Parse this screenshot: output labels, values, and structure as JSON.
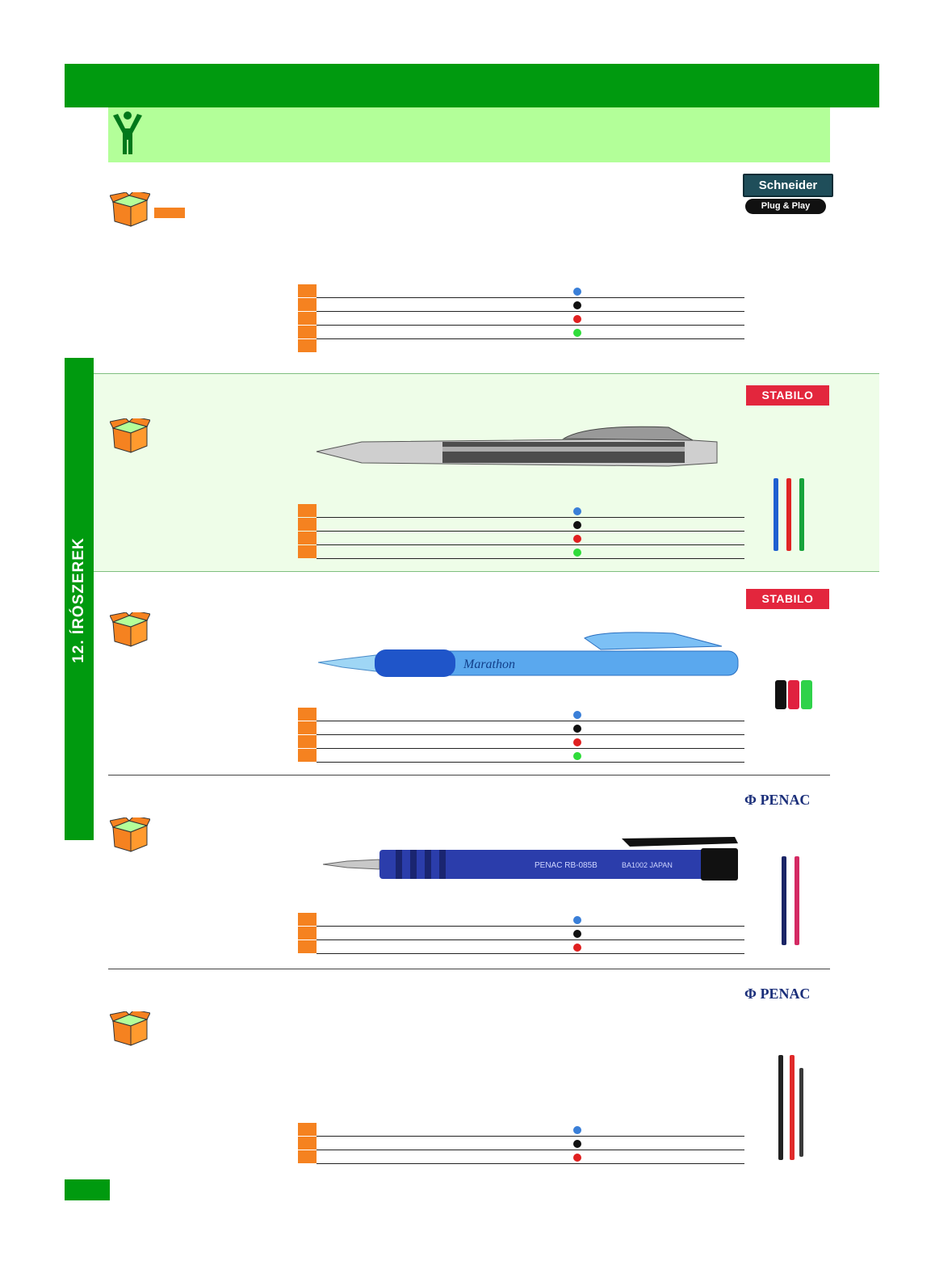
{
  "sidebar": {
    "label": "12. ÍRÓSZEREK"
  },
  "brands": {
    "schneider": "Schneider",
    "schneider_sub": "Plug & Play",
    "stabilo": "STABILO",
    "penac": "PENAC"
  },
  "products": [
    {
      "brand": "schneider",
      "variants": [
        "blue",
        "black",
        "red",
        "green",
        "none"
      ]
    },
    {
      "brand": "stabilo",
      "variants": [
        "blue",
        "black",
        "red",
        "green"
      ]
    },
    {
      "brand": "stabilo",
      "pen_print": "Marathon",
      "variants": [
        "blue",
        "black",
        "red",
        "green"
      ]
    },
    {
      "brand": "penac",
      "pen_print": "PENAC  RB-085B",
      "pen_print2": "BA1002 JAPAN",
      "variants": [
        "blue",
        "black",
        "red"
      ]
    },
    {
      "brand": "penac",
      "variants": [
        "blue",
        "black",
        "red"
      ]
    }
  ],
  "colors": {
    "green_dark": "#009a0f",
    "green_light": "#b3ff99",
    "orange": "#f58220",
    "blue": "#3a7fd8",
    "black": "#111111",
    "red": "#e02020",
    "green": "#2fdc3a"
  },
  "icons": [
    "person-icon",
    "box-icon"
  ]
}
